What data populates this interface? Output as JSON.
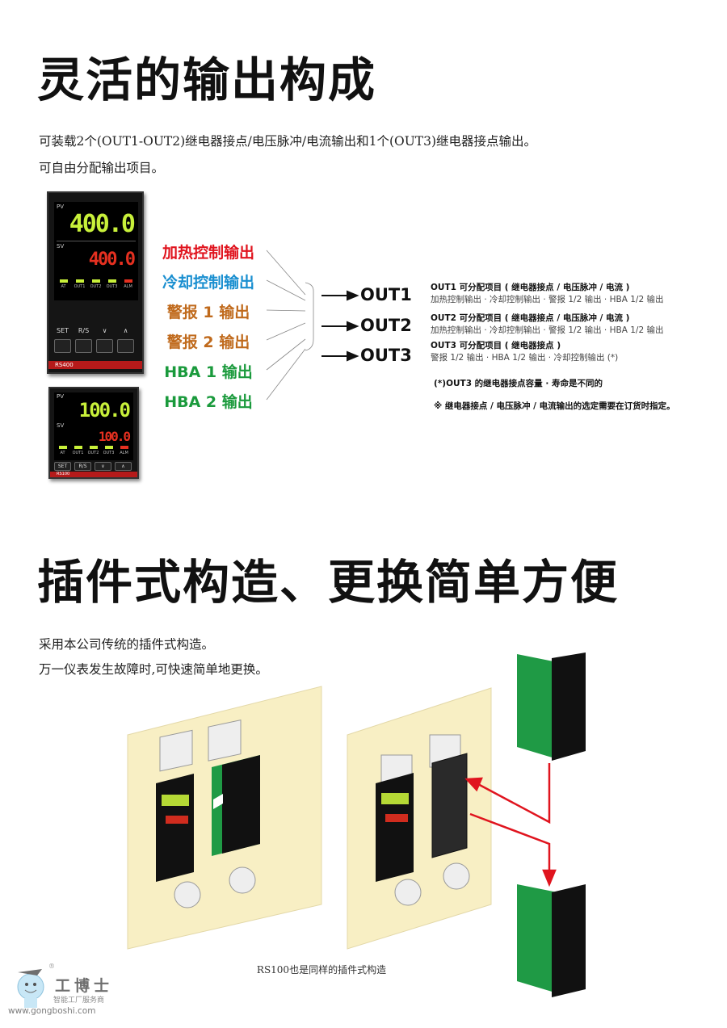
{
  "section1": {
    "title": "灵活的输出构成",
    "desc": [
      "可装载2个(OUT1-OUT2)继电器接点/电压脉冲/电流输出和1个(OUT3)继电器接点输出。",
      "可自由分配输出项目。"
    ],
    "devices": [
      {
        "model": "RS400",
        "pv": "400.0",
        "sv": "400.0",
        "pv_label": "PV",
        "sv_label": "SV",
        "leds": [
          "AT",
          "OUT1",
          "OUT2",
          "OUT3",
          "ALM"
        ],
        "keys": [
          "SET",
          "R/S",
          "∨",
          "∧"
        ]
      },
      {
        "model": "RS100",
        "pv": "100.0",
        "sv": "100.0",
        "pv_label": "PV",
        "sv_label": "SV",
        "leds": [
          "AT",
          "OUT1",
          "OUT2",
          "OUT3",
          "ALM"
        ],
        "keys": [
          "SET",
          "R/S",
          "∨",
          "∧"
        ]
      }
    ],
    "labels": [
      {
        "text": "加热控制输出",
        "color": "#e0141e"
      },
      {
        "text": "冷却控制输出",
        "color": "#1a8fd0"
      },
      {
        "text": "警报 1 输出",
        "color": "#c06a1c"
      },
      {
        "text": "警报 2 输出",
        "color": "#c06a1c"
      },
      {
        "text": "HBA 1 输出",
        "color": "#1a9a3c"
      },
      {
        "text": "HBA 2 输出",
        "color": "#1a9a3c"
      }
    ],
    "outputs": [
      "OUT1",
      "OUT2",
      "OUT3"
    ],
    "info": [
      {
        "head": "OUT1 可分配项目 ( 继电器接点 / 电压脉冲 / 电流 )",
        "body": "加热控制输出 · 冷却控制输出 · 警报 1/2 输出 · HBA 1/2 输出"
      },
      {
        "head": "OUT2 可分配项目 ( 继电器接点 / 电压脉冲 / 电流 )",
        "body": "加热控制输出 · 冷却控制输出 · 警报 1/2 输出 · HBA 1/2 输出"
      },
      {
        "head": "OUT3 可分配项目 ( 继电器接点 )",
        "body": "警报 1/2 输出 · HBA 1/2 输出 · 冷却控制输出 (*)"
      }
    ],
    "note1": "(*)OUT3 的继电器接点容量 · 寿命是不同的",
    "note2": "※ 继电器接点 / 电压脉冲 / 电流输出的选定需要在订货时指定。"
  },
  "section2": {
    "title": "插件式构造、更换简单方便",
    "desc": [
      "采用本公司传统的插件式构造。",
      "万一仪表发生故障时,可快速简单地更换。"
    ],
    "caption": "RS100也是同样的插件式构造"
  },
  "logo": {
    "name": "工博士",
    "tagline": "智能工厂服务商",
    "url": "www.gongboshi.com",
    "mark": "®"
  },
  "colors": {
    "arrow_red": "#e0141e",
    "panel": "#f8efc4",
    "module_green": "#1f9a45"
  }
}
